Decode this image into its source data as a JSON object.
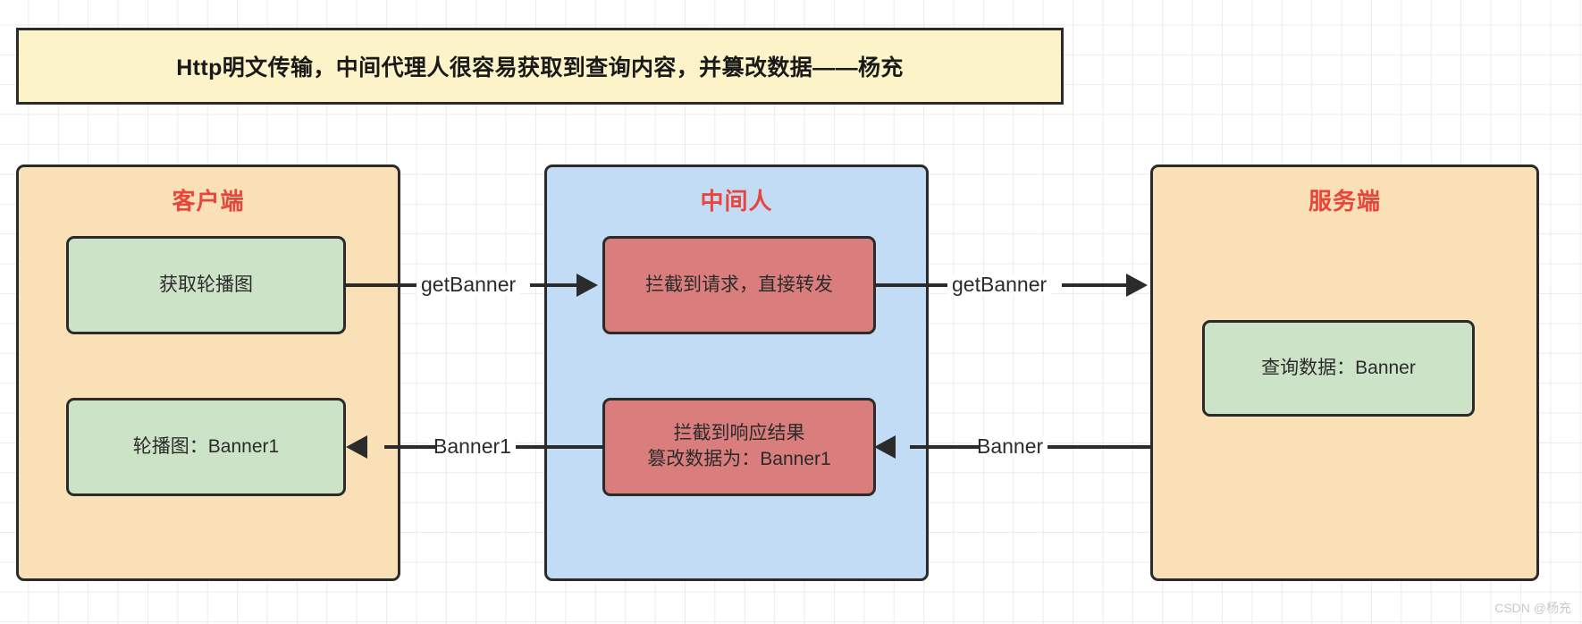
{
  "title": {
    "text": "Http明文传输，中间代理人很容易获取到查询内容，并篡改数据——杨充"
  },
  "colors": {
    "accent_red": "#e8453c",
    "lane_orange": "#fae0b7",
    "lane_blue": "#c2dcf5",
    "node_green": "#cde3c7",
    "node_red": "#d97d7d",
    "banner_yellow": "#fdf3c8",
    "stroke": "#2b2b2b"
  },
  "lanes": [
    {
      "id": "client",
      "title": "客户端",
      "nodes": [
        {
          "id": "get-banner",
          "lines": [
            "获取轮播图"
          ],
          "style": "green"
        },
        {
          "id": "carousel-result",
          "lines": [
            "轮播图：Banner1"
          ],
          "style": "green"
        }
      ]
    },
    {
      "id": "mitm",
      "title": "中间人",
      "nodes": [
        {
          "id": "intercept-request",
          "lines": [
            "拦截到请求，直接转发"
          ],
          "style": "red"
        },
        {
          "id": "intercept-response",
          "lines": [
            "拦截到响应结果",
            "篡改数据为：Banner1"
          ],
          "style": "red"
        }
      ]
    },
    {
      "id": "server",
      "title": "服务端",
      "nodes": [
        {
          "id": "query-data",
          "lines": [
            "查询数据：Banner"
          ],
          "style": "green"
        }
      ]
    }
  ],
  "connections": [
    {
      "id": "client-to-mitm",
      "label": "getBanner",
      "direction": "right"
    },
    {
      "id": "mitm-to-server",
      "label": "getBanner",
      "direction": "right"
    },
    {
      "id": "server-to-mitm",
      "label": "Banner",
      "direction": "left"
    },
    {
      "id": "mitm-to-client",
      "label": "Banner1",
      "direction": "left"
    }
  ],
  "watermark": "CSDN @杨充"
}
